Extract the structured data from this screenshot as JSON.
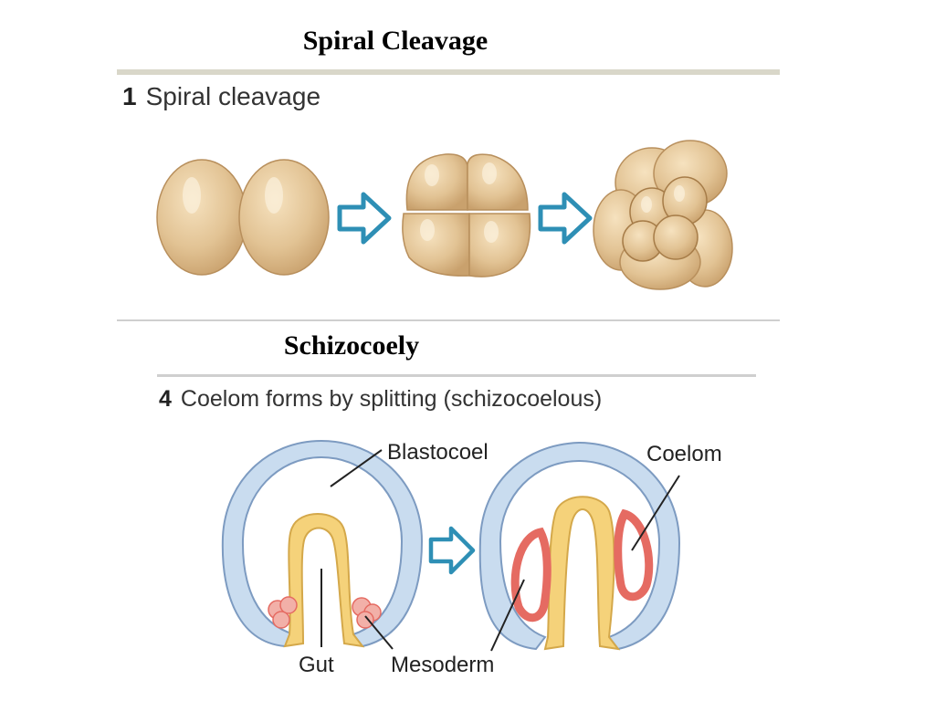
{
  "slide": {
    "title_spiral": "Spiral Cleavage",
    "title_schizo": "Schizocoely"
  },
  "panel_spiral": {
    "number": "1",
    "heading": "Spiral cleavage"
  },
  "panel_schizo": {
    "number": "4",
    "heading": "Coelom forms by splitting (schizocoelous)",
    "labels": {
      "blastocoel": "Blastocoel",
      "coelom": "Coelom",
      "gut": "Gut",
      "mesoderm": "Mesoderm"
    }
  },
  "colors": {
    "cell_fill": "#e2c394",
    "cell_edge": "#b88f5c",
    "arrow": "#2e8fb5",
    "ectoderm": "#c9dcef",
    "ectoderm_edge": "#7d9bc1",
    "endoderm": "#f5d27a",
    "endoderm_edge": "#d4a84a",
    "mesoderm": "#f2b0a8",
    "mesoderm_edge": "#e56b62"
  }
}
